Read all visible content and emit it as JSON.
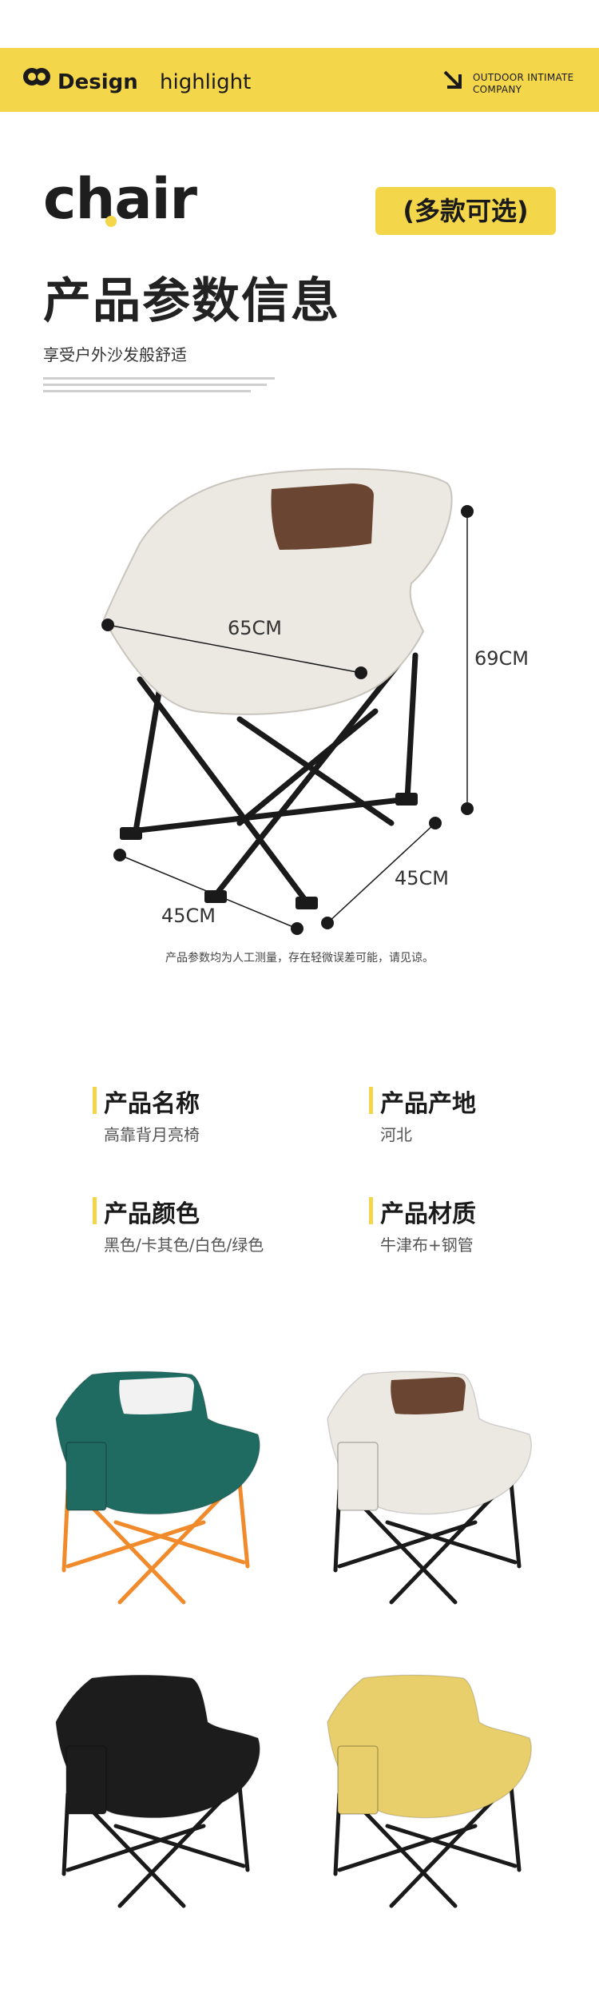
{
  "header": {
    "brand_bold": "Design",
    "brand_light": "highlight",
    "tagline_line1": "OUTDOOR INTIMATE",
    "tagline_line2": "COMPANY",
    "background": "#f3d64a"
  },
  "hero": {
    "word": "chair",
    "options_badge": "(多款可选)",
    "title": "产品参数信息",
    "subtitle": "享受户外沙发般舒适"
  },
  "diagram": {
    "width_label": "65CM",
    "height_label": "69CM",
    "depth_label": "45CM",
    "front_label": "45CM",
    "disclaimer": "产品参数均为人工测量，存在轻微误差可能，请见谅。"
  },
  "specs": [
    {
      "label": "产品名称",
      "value": "高靠背月亮椅"
    },
    {
      "label": "产品产地",
      "value": "河北"
    },
    {
      "label": "产品颜色",
      "value": "黑色/卡其色/白色/绿色"
    },
    {
      "label": "产品材质",
      "value": "牛津布+钢管"
    }
  ],
  "variants": [
    {
      "color": "green",
      "fabric": "#1f6b62",
      "frame": "#f08a2a"
    },
    {
      "color": "white",
      "fabric": "#ece9e3",
      "frame": "#1a1a1a"
    },
    {
      "color": "black",
      "fabric": "#1c1c1c",
      "frame": "#1a1a1a"
    },
    {
      "color": "khaki",
      "fabric": "#e9cf6b",
      "frame": "#1a1a1a"
    }
  ]
}
